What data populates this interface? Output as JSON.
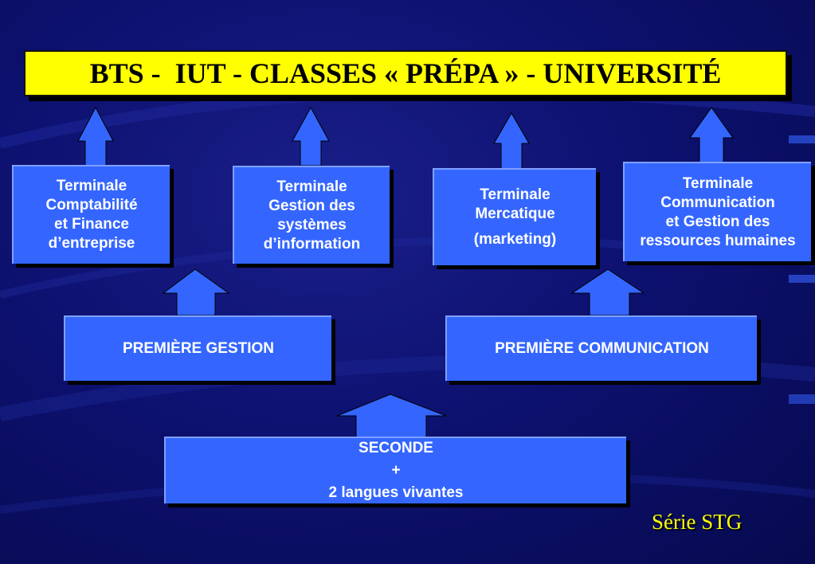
{
  "title": "BTS -  IUT - CLASSES « PRÉPA » - UNIVERSITÉ",
  "terminales": [
    {
      "lines": [
        "Terminale",
        "Comptabilité",
        "et Finance",
        "d’entreprise"
      ]
    },
    {
      "lines": [
        "Terminale",
        "Gestion des",
        "systèmes",
        "d’information"
      ]
    },
    {
      "lines": [
        "Terminale",
        "Mercatique",
        "(marketing)"
      ]
    },
    {
      "lines": [
        "Terminale",
        "Communication",
        "et Gestion des",
        "ressources humaines"
      ]
    }
  ],
  "premieres": [
    {
      "label": "PREMIÈRE  GESTION"
    },
    {
      "label": "PREMIÈRE  COMMUNICATION"
    }
  ],
  "seconde": {
    "lines": [
      "SECONDE",
      "+",
      "2 langues vivantes"
    ]
  },
  "footer": "Série STG",
  "colors": {
    "title_bg": "#ffff00",
    "box": "#3466ff",
    "background": "#0d1170",
    "footer": "#ffff00"
  }
}
